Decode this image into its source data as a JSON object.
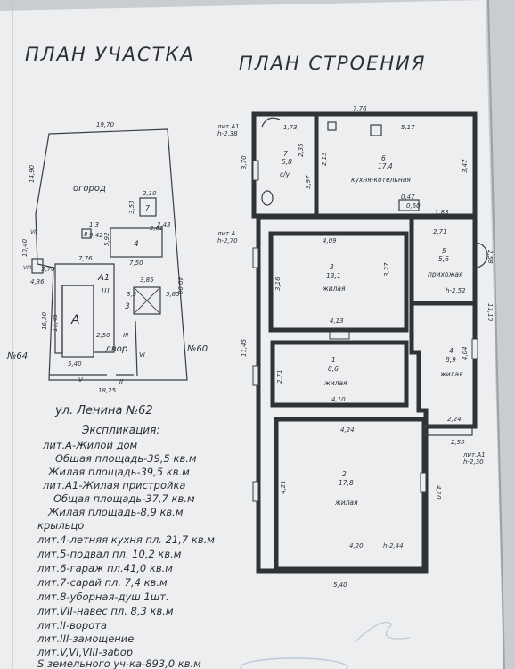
{
  "titles": {
    "site_plan": "ПЛАН УЧАСТКА",
    "building_plan": "ПЛАН СТРОЕНИЯ"
  },
  "site": {
    "dims": {
      "top": "19,70",
      "left_upper": "14,90",
      "left_lower": "10,40",
      "left_a": "16,30",
      "right": "40,00",
      "bottom": "18,25",
      "a1_top": "7,76",
      "a_left": "11,45",
      "a_inner": "2,50",
      "a_bottom": "5,40",
      "lit4_top": "7,50",
      "lit4_left": "5,92",
      "lit4_right": "2,43",
      "lit7_a": "2,10",
      "lit7_b": "3,53",
      "lit8": "1,3",
      "lit3_top": "3,85",
      "lit3_left": "3,5",
      "lit3_right": "5,65",
      "vii_a": "3,70",
      "vii_b": "4,36",
      "vii_c": "9,42",
      "right_b": "2,62"
    },
    "labels": {
      "garden": "огород",
      "yard": "двор",
      "lit_a": "А",
      "lit_a1": "А1",
      "lit_4": "4",
      "lit_3": "3",
      "lit_4_note": "Ш",
      "lit_7": "7",
      "lit_8": "8",
      "vii": "VII",
      "v": "V",
      "vi": "VI",
      "ii": "II",
      "iii": "III",
      "vii_side": "VIII",
      "neighbor_left": "№64",
      "neighbor_right": "№60"
    }
  },
  "building": {
    "dims": {
      "top": "7,76",
      "left_upper": "3,70",
      "left_lower": "11,45",
      "bottom": "5,40",
      "right_room5": "11,10",
      "room4_right": "4,04",
      "room4_bottom": "2,24",
      "porch_bottom": "2,50",
      "room2_left": "4,21",
      "room2_right": "4,10",
      "room2_top": "4,24",
      "room2_bottom": "4,20",
      "room3_top": "4,09",
      "room3_left": "3,16",
      "room3_right": "3,27",
      "room3_bottom": "4,13",
      "room1_bottom": "4,10",
      "room1_left": "2,71",
      "room5_top": "2,71",
      "room5_right": "2,58",
      "wc_width": "1,73",
      "wc_h": "2,35",
      "wc_h2": "3,97",
      "wc_h3": "2,13",
      "kitchen_top": "5,17",
      "kitchen_right": "3,47",
      "kitchen_corner": "0,47",
      "kitchen_corner2": "0,60",
      "kitchen_bottom": "1,83"
    },
    "lit_marks": {
      "a1_top": "лит.А1",
      "a1_top_h": "h-2,38",
      "a_mid": "лит.А",
      "a_mid_h": "h-2,70",
      "a1_bottom": "лит.А1",
      "a1_bottom_h": "h-2,30"
    },
    "rooms": [
      {
        "num": "7",
        "area": "5,8",
        "name": "с/у"
      },
      {
        "num": "6",
        "area": "17,4",
        "name": "кухня-котельная"
      },
      {
        "num": "3",
        "area": "13,1",
        "name": "жилая"
      },
      {
        "num": "5",
        "area": "5,6",
        "name": "прихожая",
        "height": "h-2,52"
      },
      {
        "num": "1",
        "area": "8,6",
        "name": "жилая"
      },
      {
        "num": "4",
        "area": "8,9",
        "name": "жилая"
      },
      {
        "num": "2",
        "area": "17,8",
        "name": "жилая",
        "height": "h-2,44"
      }
    ]
  },
  "explication": {
    "address": "ул. Ленина №62",
    "heading": "Экспликация:",
    "lines": [
      "лит.А-Жилой дом",
      "Общая площадь-39,5 кв.м",
      "Жилая площадь-39,5 кв.м",
      "лит.А1-Жилая пристройка",
      "Общая площадь-37,7 кв.м",
      "Жилая площадь-8,9 кв.м",
      "крыльцо",
      "лит.4-летняя кухня пл. 21,7 кв.м",
      "лит.5-подвал пл. 10,2 кв.м",
      "лит.6-гараж пл.41,0 кв.м",
      "лит.7-сарай пл. 7,4 кв.м",
      "лит.8-уборная-душ 1шт.",
      "лит.VII-навес пл. 8,3 кв.м",
      "лит.II-ворота",
      "лит.III-замощение",
      "лит.V,VI,VIII-забор",
      "S земельного уч-ка-893,0 кв.м"
    ]
  }
}
